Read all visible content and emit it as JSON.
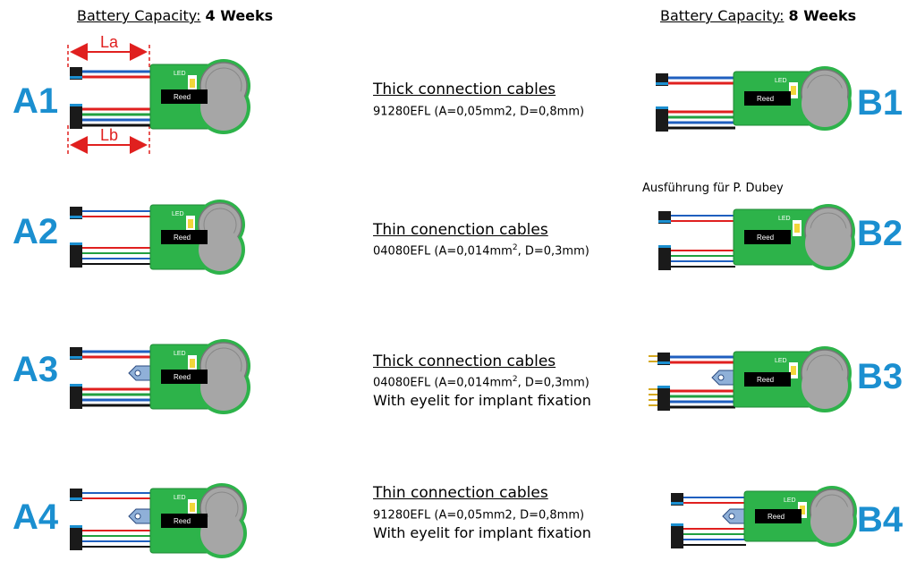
{
  "headers": {
    "left": {
      "prefix": "Battery Capacity:",
      "value": "4 Weeks"
    },
    "right": {
      "prefix": "Battery Capacity:",
      "value": "8 Weeks"
    }
  },
  "dimension_labels": {
    "la": "La",
    "lb": "Lb"
  },
  "board_text": {
    "led": "LED",
    "reed": "Reed"
  },
  "note_b2": "Ausführung für P. Dubey",
  "variants_left": [
    "A1",
    "A2",
    "A3",
    "A4"
  ],
  "variants_right": [
    "B1",
    "B2",
    "B3",
    "B4"
  ],
  "descriptions": [
    {
      "title": "Thick connection cables",
      "spec_main": "91280EFL (A=0,05mm2, D=0,8mm)",
      "spec_sup": "",
      "spec_tail": "",
      "extra": ""
    },
    {
      "title": "Thin conenction cables",
      "spec_main": "04080EFL (A=0,014mm",
      "spec_sup": "2",
      "spec_tail": ", D=0,3mm)",
      "extra": ""
    },
    {
      "title": "Thick connection cables",
      "spec_main": "04080EFL (A=0,014mm",
      "spec_sup": "2",
      "spec_tail": ", D=0,3mm)",
      "extra": "With eyelit for implant fixation"
    },
    {
      "title": "Thin connection cables",
      "spec_main": "91280EFL (A=0,05mm2, D=0,8mm)",
      "spec_sup": "",
      "spec_tail": "",
      "extra": "With eyelit for implant fixation"
    }
  ],
  "colors": {
    "board": "#2db34a",
    "battery": "#a6a6a6",
    "label_blue": "#1b8fd0",
    "wire_blue": "#1f5fbf",
    "wire_red": "#e0201f",
    "wire_green": "#22a040",
    "wire_black": "#111111",
    "dimension_red": "#e0201f"
  }
}
